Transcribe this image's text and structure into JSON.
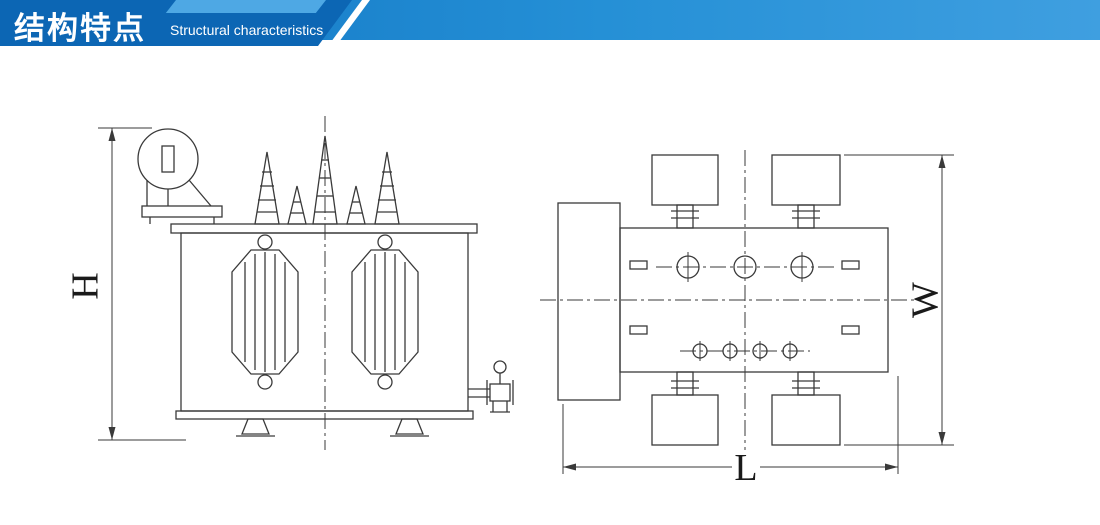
{
  "header": {
    "title": "结构特点",
    "subtitle": "Structural characteristics",
    "colors": {
      "bar_start": "#1074c2",
      "bar_end": "#3f9fe0",
      "title_block": "#0c66b4",
      "accent": "#4ea8e4",
      "text": "#ffffff"
    }
  },
  "diagram": {
    "line_color": "#3a3a3a",
    "front_view": {
      "height_label": "H"
    },
    "plan_view": {
      "width_label": "W",
      "length_label": "L"
    }
  }
}
